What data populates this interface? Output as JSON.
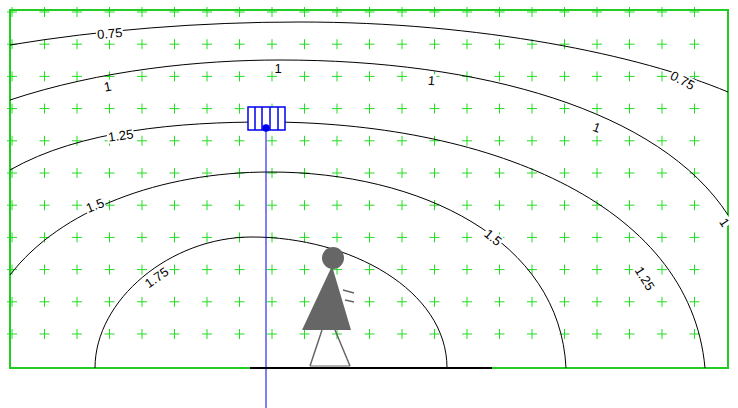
{
  "diagram": {
    "labels": [
      "0.75",
      "0.75",
      "1",
      "1",
      "1",
      "1",
      "1",
      "1.25",
      "1.25",
      "1.5",
      "1.5",
      "1.75"
    ]
  }
}
